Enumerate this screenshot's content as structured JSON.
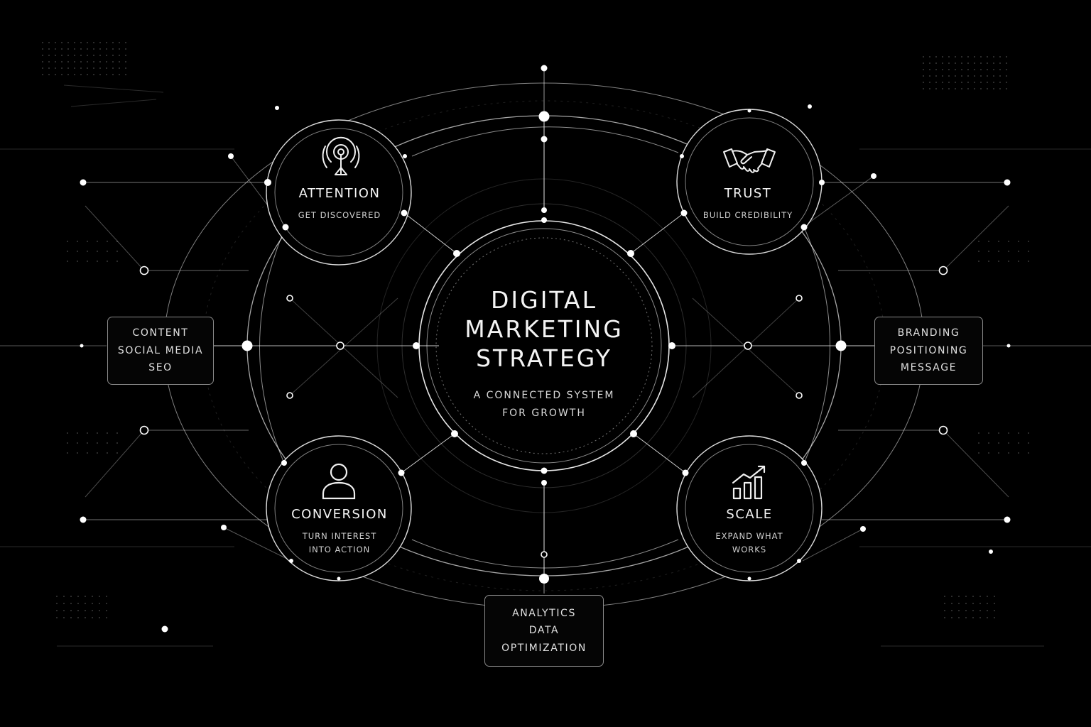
{
  "center": {
    "title_lines": [
      "DIGITAL",
      "MARKETING",
      "STRATEGY"
    ],
    "subtitle_lines": [
      "A CONNECTED SYSTEM",
      "FOR GROWTH"
    ]
  },
  "nodes": {
    "attention": {
      "title": "ATTENTION",
      "subtitle_lines": [
        "GET DISCOVERED"
      ],
      "icon": "broadcast-target-icon"
    },
    "trust": {
      "title": "TRUST",
      "subtitle_lines": [
        "BUILD CREDIBILITY"
      ],
      "icon": "handshake-icon"
    },
    "conversion": {
      "title": "CONVERSION",
      "subtitle_lines": [
        "TURN INTEREST",
        "INTO ACTION"
      ],
      "icon": "user-icon"
    },
    "scale": {
      "title": "SCALE",
      "subtitle_lines": [
        "EXPAND WHAT",
        "WORKS"
      ],
      "icon": "growth-chart-icon"
    }
  },
  "boxes": {
    "left": [
      "CONTENT",
      "SOCIAL MEDIA",
      "SEO"
    ],
    "right": [
      "BRANDING",
      "POSITIONING",
      "MESSAGE"
    ],
    "bottom": [
      "ANALYTICS",
      "DATA",
      "OPTIMIZATION"
    ]
  },
  "colors": {
    "background": "#000000",
    "line": "#ffffff",
    "text": "#f2f2f2",
    "box_border": "#8a8a8a"
  }
}
